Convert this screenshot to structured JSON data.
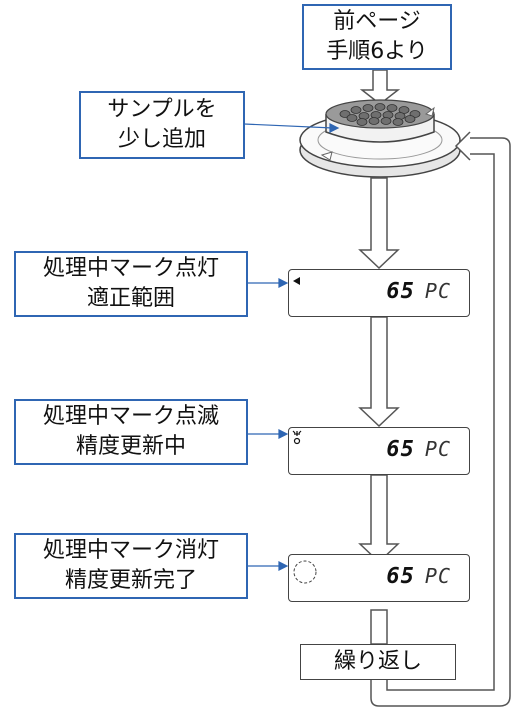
{
  "nodes": {
    "start": {
      "line1": "前ページ",
      "line2": "手順6より"
    },
    "add_sample": {
      "line1": "サンプルを",
      "line2": "少し追加"
    },
    "state_on": {
      "line1": "処理中マーク点灯",
      "line2": "適正範囲"
    },
    "state_blink": {
      "line1": "処理中マーク点滅",
      "line2": "精度更新中"
    },
    "state_off": {
      "line1": "処理中マーク消灯",
      "line2": "精度更新完了"
    },
    "repeat": {
      "label": "繰り返し"
    }
  },
  "display": {
    "count": "65",
    "unit": "PC"
  },
  "colors": {
    "label_border": "#2f66b3",
    "connector": "#2f66b3",
    "outline": "#444444"
  }
}
